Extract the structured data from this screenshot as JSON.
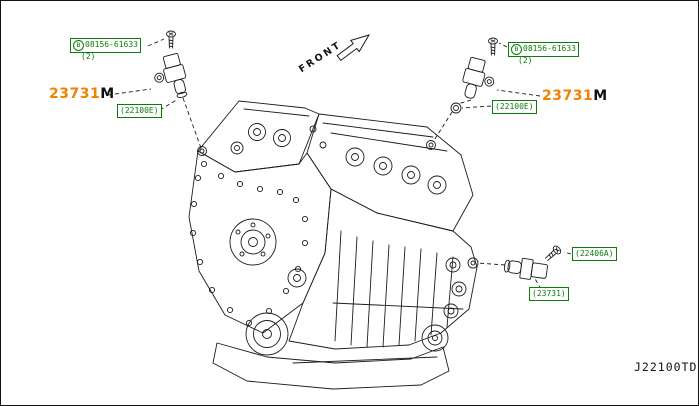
{
  "colors": {
    "callout_green": "#0c7b0c",
    "part_orange": "#f08200",
    "line_ink": "#1c1c1c",
    "background": "#ffffff"
  },
  "front_label": "FRONT",
  "diagram_code": "J22100TD",
  "callouts": {
    "left_bolt": {
      "prefix": "B",
      "part": "08156-61633",
      "qty": "(2)"
    },
    "right_bolt": {
      "prefix": "B",
      "part": "08156-61633",
      "qty": "(2)"
    },
    "left_sensor": {
      "digits": "23731",
      "suffix": "M"
    },
    "right_sensor": {
      "digits": "23731",
      "suffix": "M"
    },
    "left_grommet": "(22100E)",
    "right_grommet": "(22100E)",
    "lower_bolt": "(22406A)",
    "lower_sensor": "(23731)"
  }
}
